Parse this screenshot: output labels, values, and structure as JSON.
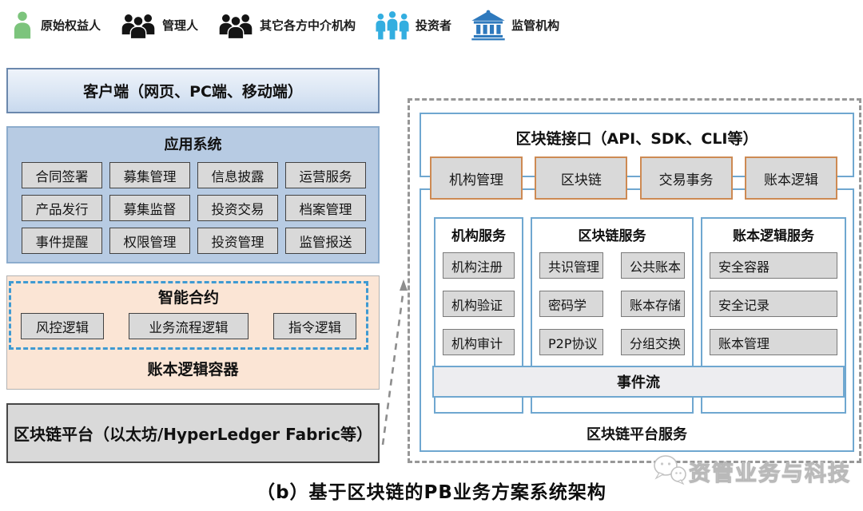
{
  "actors": [
    {
      "label": "原始权益人",
      "icon": "person-icon"
    },
    {
      "label": "管理人",
      "icon": "group-icon"
    },
    {
      "label": "其它各方中介机构",
      "icon": "group-icon"
    },
    {
      "label": "投资者",
      "icon": "investors-icon"
    },
    {
      "label": "监管机构",
      "icon": "bank-icon"
    }
  ],
  "left": {
    "client_box": "客户端（网页、PC端、移动端）",
    "app_system": {
      "title": "应用系统",
      "modules": [
        "合同签署",
        "募集管理",
        "信息披露",
        "运营服务",
        "产品发行",
        "募集监督",
        "投资交易",
        "档案管理",
        "事件提醒",
        "权限管理",
        "投资管理",
        "监管报送"
      ]
    },
    "smart_contract": {
      "title": "智能合约",
      "modules": [
        "风控逻辑",
        "业务流程逻辑",
        "指令逻辑"
      ]
    },
    "ledger_container_label": "账本逻辑容器",
    "platform_box": "区块链平台（以太坊/HyperLedger Fabric等）"
  },
  "right": {
    "interface_box": "区块链接口（API、SDK、CLI等）",
    "interface_modules": [
      "机构管理",
      "区块链",
      "交易事务",
      "账本逻辑"
    ],
    "service_columns": [
      {
        "title": "机构服务",
        "items": [
          "机构注册",
          "机构验证",
          "机构审计"
        ]
      },
      {
        "title": "区块链服务",
        "items": [
          "共识管理",
          "公共账本",
          "密码学",
          "账本存储",
          "P2P协议",
          "分组交换"
        ]
      },
      {
        "title": "账本逻辑服务",
        "items": [
          "安全容器",
          "安全记录",
          "账本管理"
        ]
      }
    ],
    "event_stream": "事件流",
    "platform_services_label": "区块链平台服务"
  },
  "caption": "（b）基于区块链的PB业务方案系统架构",
  "watermark": "资管业务与科技",
  "colors": {
    "actor_person_green": "#7cc47c",
    "actor_group_black": "#141414",
    "actor_investors_blue": "#33aee0",
    "actor_bank_blue": "#2e79bd",
    "blue_border": "#6fa7d0",
    "orange_border": "#cd8a53",
    "grey_fill": "#d9d9d9",
    "app_panel_blue": "#b7cbe3",
    "ledger_panel_orange": "#fbe5d5",
    "dashed_blue": "#3f9ad2",
    "dashed_grey": "#979797"
  }
}
